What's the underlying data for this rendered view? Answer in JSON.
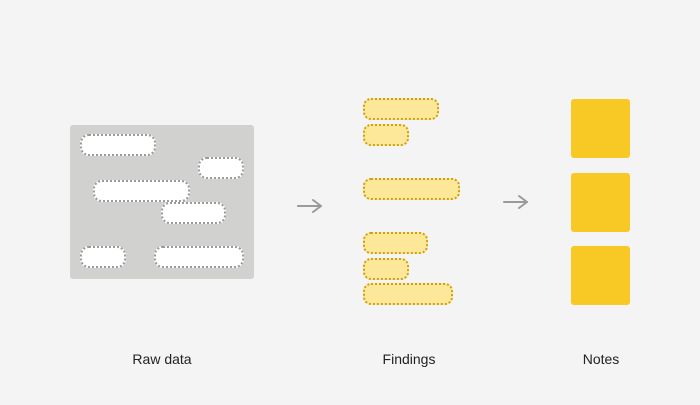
{
  "labels": {
    "raw": "Raw data",
    "findings": "Findings",
    "notes": "Notes"
  },
  "colors": {
    "background": "#f4f4f4",
    "panel": "#d1d1cf",
    "finding_fill": "#fde899",
    "finding_border": "#c9a21a",
    "note": "#f8c925",
    "arrow": "#9a9a9a"
  }
}
